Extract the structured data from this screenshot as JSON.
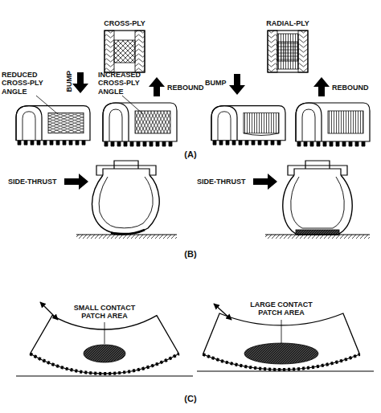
{
  "diagram": {
    "labels": [
      "CROSS-PLY",
      "RADIAL-PLY",
      "BUMP",
      "REDUCED CROSS-PLY ANGLE",
      "INCREASED CROSS-PLY ANGLE",
      "REBOUND",
      "BUMP",
      "REBOUND",
      "(A)",
      "SIDE-THRUST",
      "SIDE-THRUST",
      "(B)",
      "SMALL CONTACT PATCH AREA",
      "LARGE CONTACT PATCH AREA",
      "(C)"
    ]
  }
}
